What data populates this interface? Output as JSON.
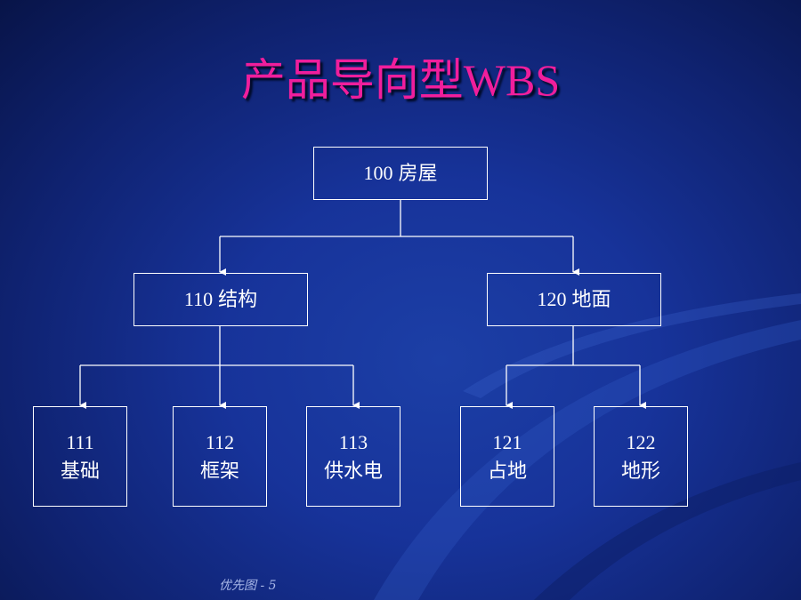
{
  "slide": {
    "title": "产品导向型WBS",
    "footer": "优先图 - 5"
  },
  "tree": {
    "root": {
      "code": "100",
      "name": "房屋"
    },
    "level1": [
      {
        "code": "110",
        "name": "结构"
      },
      {
        "code": "120",
        "name": "地面"
      }
    ],
    "level2": [
      {
        "code": "111",
        "name": "基础"
      },
      {
        "code": "112",
        "name": "框架"
      },
      {
        "code": "113",
        "name": "供水电"
      },
      {
        "code": "121",
        "name": "占地"
      },
      {
        "code": "122",
        "name": "地形"
      }
    ]
  },
  "colors": {
    "title": "#f01e9c",
    "background": "#17339a",
    "box_border": "#ffffff",
    "text": "#ffffff"
  }
}
